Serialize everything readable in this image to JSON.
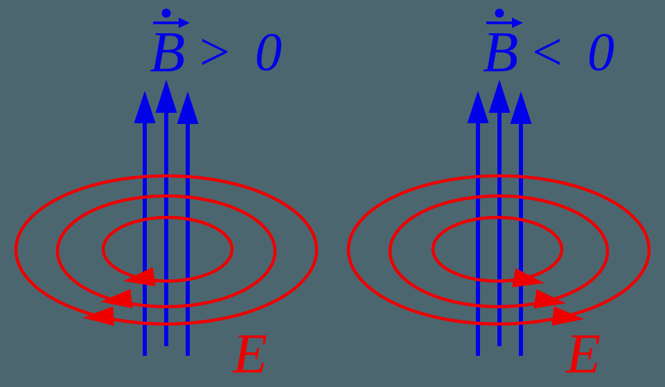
{
  "figure": {
    "kind": "physics-diagram",
    "subject": "induced electric field loops around changing magnetic field"
  },
  "colors": {
    "background": "#4C6670",
    "red": "#EE0000",
    "blue": "#0202E8"
  },
  "left_diagram": {
    "title": {
      "b": "B",
      "relation": ">",
      "zero": "0"
    },
    "e_label": "E"
  },
  "right_diagram": {
    "title": {
      "b": "B",
      "relation": "<",
      "zero": "0"
    },
    "e_label": "E"
  }
}
